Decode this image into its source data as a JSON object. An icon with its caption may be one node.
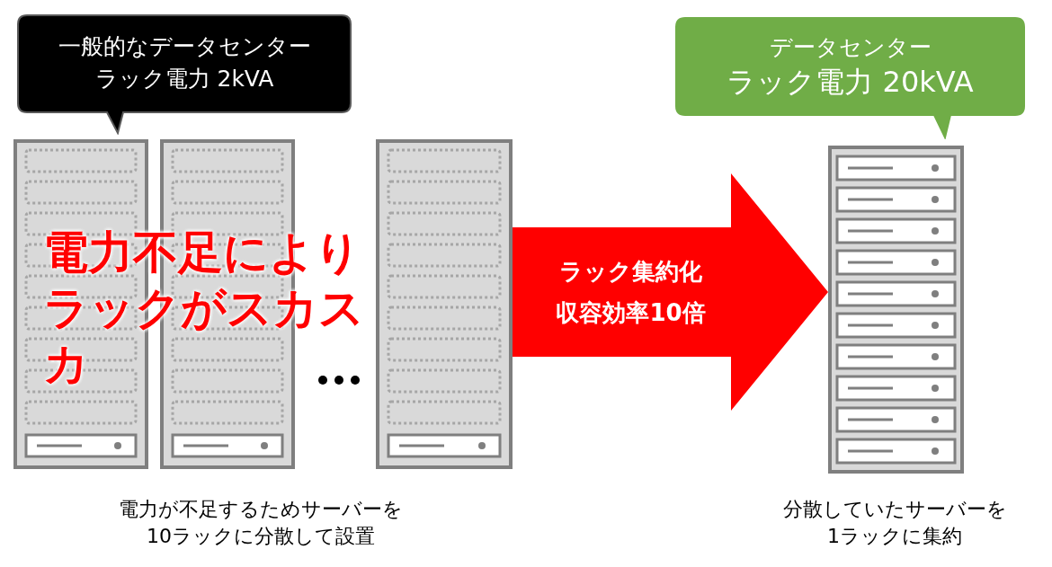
{
  "diagram": {
    "nodes": [
      {
        "text": [
          "一般的なデータセンター",
          "ラック電力 2kVA"
        ]
      },
      {
        "text": [],
        "shape": "box"
      },
      {
        "text": [],
        "shape": "box"
      },
      {
        "text": [],
        "shape": "box"
      },
      {
        "text": [
          "データセンター",
          "ラック電力 20kVA"
        ]
      },
      {
        "text": [],
        "shape": "box"
      }
    ],
    "edges": [
      {
        "from": 3,
        "to": 5,
        "arrow": "to",
        "label": "ラック集約化収容効率10倍",
        "style": "thick",
        "color": "#ff0000"
      }
    ],
    "labels": [
      "電力不足によりラックがスカスカ",
      "電力が不足するためサーバーを10ラックに分散して設置",
      "分散していたサーバーを1ラックに集約"
    ]
  }
}
